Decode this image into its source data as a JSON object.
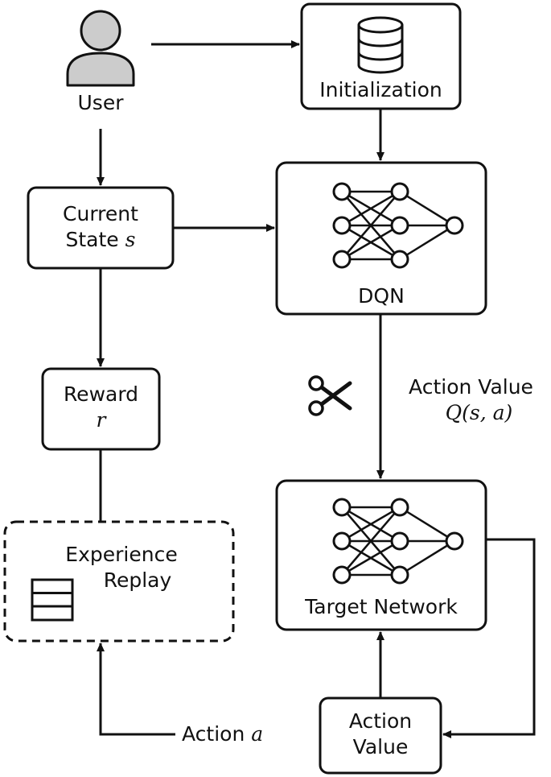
{
  "nodes": {
    "user": {
      "label": "User"
    },
    "initialization": {
      "label": "Initialization"
    },
    "current_state": {
      "line1": "Current",
      "line2": "State",
      "symbol": "s"
    },
    "dqn": {
      "label": "DQN"
    },
    "reward": {
      "label": "Reward",
      "symbol": "r"
    },
    "experience_replay": {
      "line1": "Experience",
      "line2": "Replay"
    },
    "target_network": {
      "label": "Target Network"
    },
    "action_value_box": {
      "line1": "Action",
      "line2": "Value"
    }
  },
  "edges": {
    "dqn_to_target": {
      "line1": "Action Value",
      "formula": "Q(s, a)"
    },
    "action_to_replay": {
      "label": "Action",
      "symbol": "a"
    }
  },
  "icons": [
    "user-icon",
    "database-icon",
    "neural-network-icon",
    "scissors-icon",
    "table-icon"
  ],
  "colors": {
    "stroke": "#111111",
    "user_icon_fill": "#cccccc",
    "background": "#ffffff"
  }
}
